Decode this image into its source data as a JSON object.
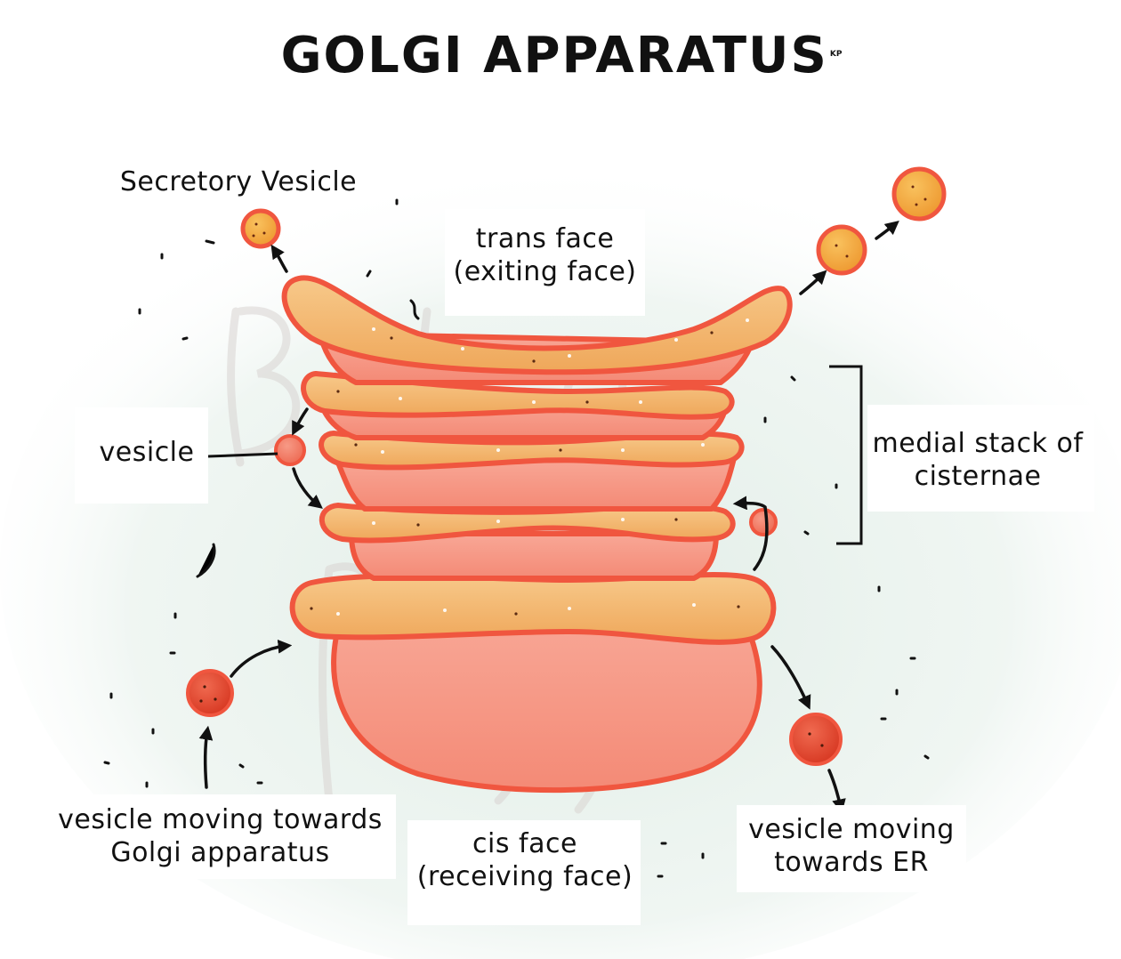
{
  "title": "GOLGI APPARATUS",
  "title_mark": "KP",
  "watermark": "Biology Sibylology",
  "colors": {
    "membrane_stroke": "#f0563f",
    "lumen_fill": "#f3b565",
    "cisterna_body": "#f59a89",
    "vesicle_orange": "#f4a43b",
    "vesicle_red": "#e8432d",
    "background_wash": "#e5efe9",
    "text": "#111111"
  },
  "labels": {
    "secretory_vesicle": "Secretory Vesicle",
    "trans_face_line1": "trans face",
    "trans_face_line2": "(exiting face)",
    "vesicle": "vesicle",
    "medial_line1": "medial stack of",
    "medial_line2": "cisternae",
    "moving_golgi_line1": "vesicle moving towards",
    "moving_golgi_line2": "Golgi apparatus",
    "cis_face_line1": "cis face",
    "cis_face_line2": "(receiving face)",
    "moving_er_line1": "vesicle moving",
    "moving_er_line2": "towards ER"
  }
}
